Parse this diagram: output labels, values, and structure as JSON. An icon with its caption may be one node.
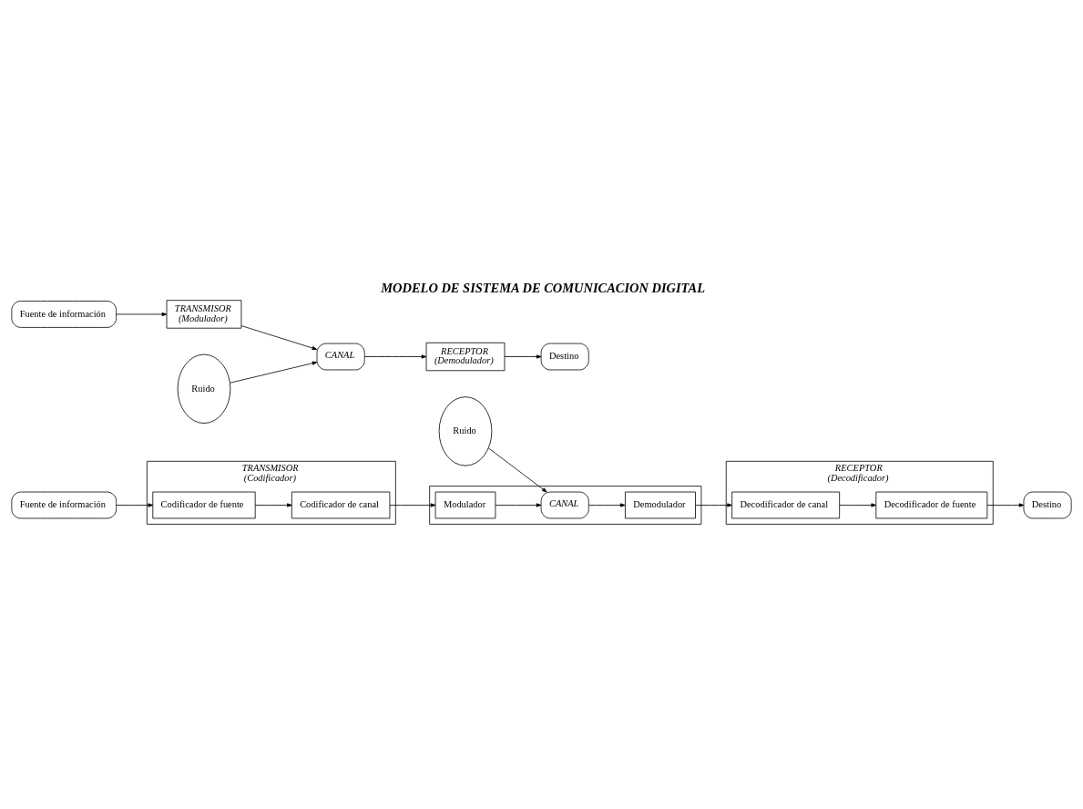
{
  "diagram": {
    "title": "MODELO DE SISTEMA DE COMUNICACION DIGITAL",
    "nodes": [
      {
        "text": [
          "TRANSMISOR",
          "(Codificador)"
        ]
      },
      {
        "text": [
          "Fuente de información"
        ]
      },
      {
        "text": [
          "Codificador de fuente"
        ],
        "in": 0
      },
      {
        "text": [
          "Codificador de canal"
        ],
        "in": 0
      },
      {
        "text": [
          "Fuente de información"
        ]
      },
      {
        "text": [
          "TRANSMISOR",
          "(Modulador)"
        ]
      },
      {
        "text": [],
        "shape": "box"
      },
      {
        "text": [
          "Modulador"
        ],
        "in": 6
      },
      {
        "text": [
          "Ruido"
        ]
      },
      {
        "text": [
          "CANAL"
        ]
      },
      {
        "text": [
          "CANAL"
        ],
        "in": 6
      },
      {
        "text": [
          "Ruido"
        ]
      },
      {
        "text": [
          "Destino"
        ]
      },
      {
        "text": [
          "RECEPTOR",
          "(Demodulador)"
        ]
      },
      {
        "text": [
          "Demodulador"
        ],
        "in": 6
      },
      {
        "text": [
          "RECEPTOR",
          "(Decodificador)"
        ]
      },
      {
        "text": [
          "Destino"
        ]
      },
      {
        "text": [
          "Decodificador de fuente"
        ],
        "in": 15
      },
      {
        "text": [
          "Decodificador de canal"
        ],
        "in": 15
      }
    ],
    "edges": [
      {
        "from": 1,
        "to": 2,
        "arrow": "to"
      },
      {
        "from": 2,
        "to": 3,
        "arrow": "to"
      },
      {
        "from": 3,
        "to": 7,
        "arrow": "to"
      },
      {
        "from": 4,
        "to": 5,
        "arrow": "to"
      },
      {
        "from": 5,
        "to": 9,
        "arrow": "to"
      },
      {
        "from": 8,
        "to": 9,
        "arrow": "to"
      },
      {
        "from": 9,
        "to": 13,
        "arrow": "to"
      },
      {
        "from": 13,
        "to": 12,
        "arrow": "to"
      },
      {
        "from": 7,
        "to": 10,
        "arrow": "to"
      },
      {
        "from": 11,
        "to": 10,
        "arrow": "to"
      },
      {
        "from": 10,
        "to": 14,
        "arrow": "to"
      },
      {
        "from": 14,
        "to": 18,
        "arrow": "to"
      },
      {
        "from": 18,
        "to": 17,
        "arrow": "to"
      },
      {
        "from": 17,
        "to": 16,
        "arrow": "to"
      }
    ]
  }
}
